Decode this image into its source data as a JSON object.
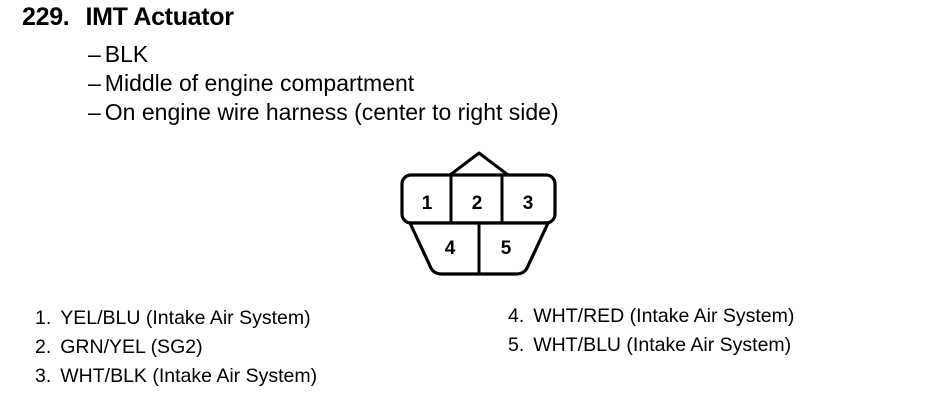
{
  "heading": {
    "number": "229.",
    "title": "IMT Actuator"
  },
  "details": [
    "BLK",
    "Middle of engine compartment",
    "On engine wire harness (center to right side)"
  ],
  "connector": {
    "pins_top": [
      "1",
      "2",
      "3"
    ],
    "pins_bottom": [
      "4",
      "5"
    ]
  },
  "pins": [
    {
      "num": "1.",
      "desc": "YEL/BLU (Intake Air System)"
    },
    {
      "num": "2.",
      "desc": "GRN/YEL (SG2)"
    },
    {
      "num": "3.",
      "desc": "WHT/BLK (Intake Air System)"
    },
    {
      "num": "4.",
      "desc": "WHT/RED (Intake Air System)"
    },
    {
      "num": "5.",
      "desc": "WHT/BLU (Intake Air System)"
    }
  ]
}
